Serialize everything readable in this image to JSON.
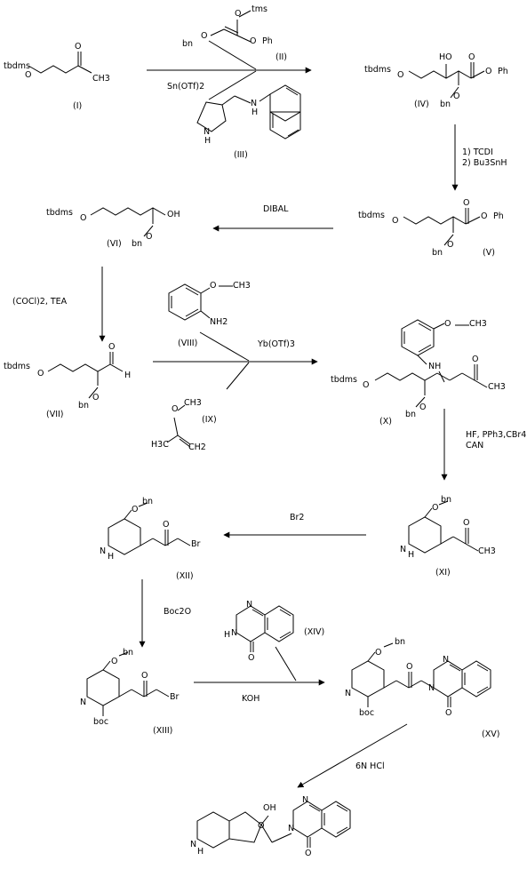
{
  "compounds": {
    "I": {
      "label": "(I)",
      "atoms": [
        "tbdms",
        "O",
        "O",
        "CH3"
      ]
    },
    "II": {
      "label": "(II)",
      "atoms": [
        "bn",
        "O",
        "tms",
        "O",
        "O",
        "Ph"
      ]
    },
    "III": {
      "label": "(III)",
      "atoms": [
        "N",
        "H",
        "N",
        "H"
      ]
    },
    "IV": {
      "label": "(IV)",
      "atoms": [
        "tbdms",
        "O",
        "HO",
        "O",
        "O",
        "Ph",
        "bn",
        "O"
      ]
    },
    "V": {
      "label": "(V)",
      "atoms": [
        "tbdms",
        "O",
        "O",
        "O",
        "Ph",
        "bn",
        "O"
      ]
    },
    "VI": {
      "label": "(VI)",
      "atoms": [
        "tbdms",
        "O",
        "OH",
        "bn",
        "O"
      ]
    },
    "VII": {
      "label": "(VII)",
      "atoms": [
        "tbdms",
        "O",
        "O",
        "H",
        "bn",
        "O"
      ]
    },
    "VIII": {
      "label": "(VIII)",
      "atoms": [
        "O",
        "CH3",
        "NH2"
      ]
    },
    "IX": {
      "label": "(IX)",
      "atoms": [
        "O",
        "CH3",
        "H3C",
        "CH2"
      ]
    },
    "X": {
      "label": "(X)",
      "atoms": [
        "O",
        "CH3",
        "NH",
        "O",
        "CH3",
        "tbdms",
        "O",
        "bn",
        "O"
      ]
    },
    "XI": {
      "label": "(XI)",
      "atoms": [
        "bn",
        "O",
        "O",
        "N",
        "H",
        "CH3"
      ]
    },
    "XII": {
      "label": "(XII)",
      "atoms": [
        "bn",
        "O",
        "O",
        "N",
        "H",
        "Br"
      ]
    },
    "XIII": {
      "label": "(XIII)",
      "atoms": [
        "bn",
        "O",
        "O",
        "N",
        "boc",
        "Br"
      ]
    },
    "XIV": {
      "label": "(XIV)",
      "atoms": [
        "N",
        "N",
        "H",
        "O"
      ]
    },
    "XV": {
      "label": "(XV)",
      "atoms": [
        "bn",
        "O",
        "O",
        "N",
        "N",
        "N",
        "boc",
        "O"
      ]
    },
    "product": {
      "atoms": [
        "O",
        "OH",
        "N",
        "N",
        "N",
        "H",
        "O"
      ]
    }
  },
  "reagents": {
    "step1": "Sn(OTf)2",
    "step2": [
      "1) TCDI",
      "2) Bu3SnH"
    ],
    "step3": "DIBAL",
    "step4": "(COCl)2, TEA",
    "step5": "Yb(OTf)3",
    "step6": [
      "HF, PPh3,CBr4",
      "CAN"
    ],
    "step7": "Br2",
    "step8": "Boc2O",
    "step9": "KOH",
    "step10": "6N HCl"
  }
}
